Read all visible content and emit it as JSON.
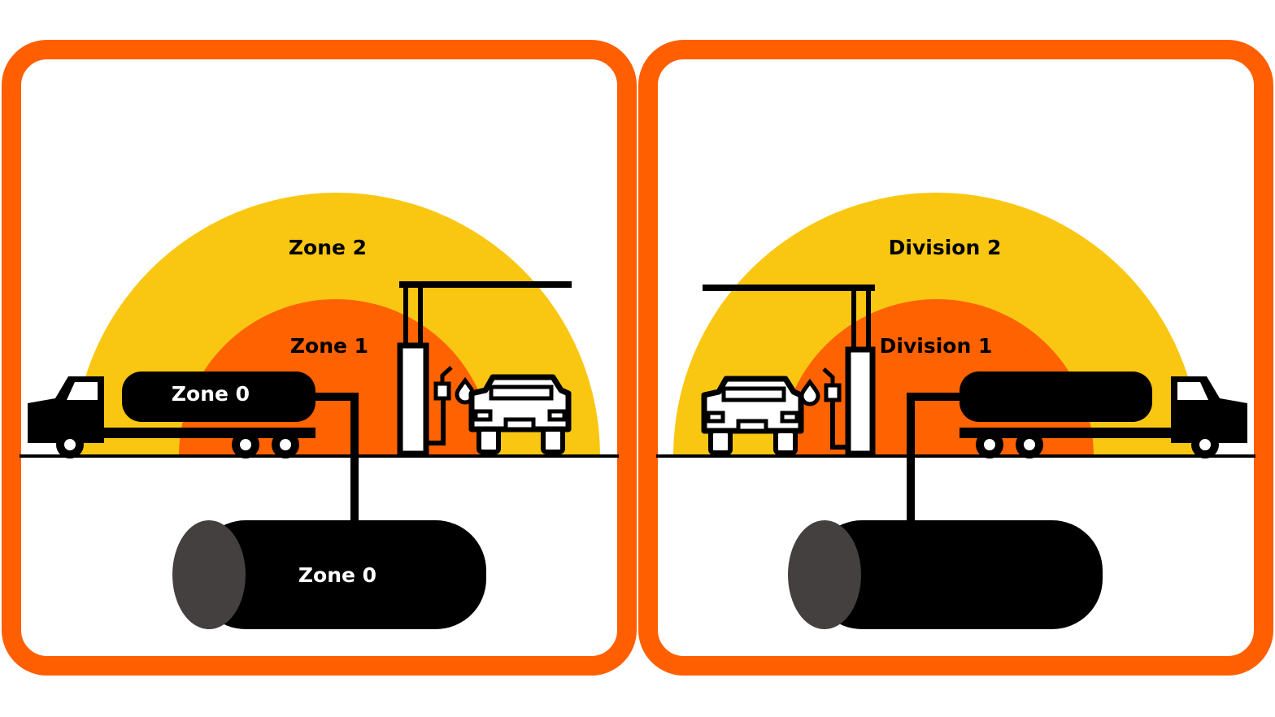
{
  "colors": {
    "frame": "#ff5f00",
    "outer_zone": "#f9c712",
    "inner_zone": "#ff6200",
    "equipment": "#000000",
    "tank_end": "#454040",
    "background": "#ffffff"
  },
  "panels": [
    {
      "system": "zone",
      "labels": {
        "outer": "Zone 2",
        "inner": "Zone 1",
        "truck_tank": "Zone 0",
        "underground_tank": "Zone 0"
      }
    },
    {
      "system": "division",
      "labels": {
        "outer": "Division 2",
        "inner": "Division 1",
        "truck_tank": "",
        "underground_tank": ""
      }
    }
  ],
  "icons": [
    "tanker-truck-icon",
    "fuel-pump-icon",
    "fuel-nozzle-icon",
    "fuel-drop-icon",
    "car-icon",
    "underground-tank-icon"
  ]
}
